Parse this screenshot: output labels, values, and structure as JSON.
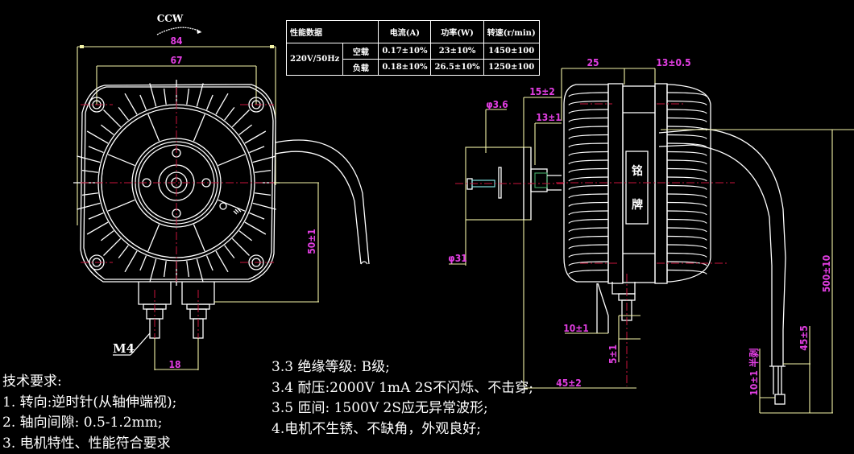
{
  "drawing": {
    "rotation_label": "CCW",
    "front_view": {
      "dims": {
        "overall_width": "84",
        "bolt_spacing": "67",
        "cable_offset": "50±1",
        "terminal_spacing": "18"
      },
      "thread_label": "M4"
    },
    "side_view": {
      "dims": {
        "body_width": "25",
        "front_offset": "13±0.5",
        "shaft_length": "15±2",
        "shaft_flat": "13±1",
        "shaft_diameter": "φ3.6",
        "fan_hub_diameter": "φ31",
        "terminal_height": "10±1",
        "terminal_gap": "5±1",
        "terminal_offset": "45±2",
        "cable_length": "500±10",
        "strip_length": "45±5",
        "half_strip": "10±1 半剥"
      },
      "nameplate_label": [
        "铭",
        "牌"
      ]
    }
  },
  "performance_table": {
    "header": [
      "性能数据",
      "",
      "电流(A)",
      "功率(W)",
      "转速(r/min)"
    ],
    "voltage": "220V/50Hz",
    "rows": [
      {
        "condition": "空载",
        "current": "0.17±10%",
        "power": "23±10%",
        "speed": "1450±100"
      },
      {
        "condition": "负载",
        "current": "0.18±10%",
        "power": "26.5±10%",
        "speed": "1250±100"
      }
    ]
  },
  "technical_requirements": {
    "title": "技术要求:",
    "left_items": [
      "1. 转向:逆时针(从轴伸端视);",
      "2. 轴向间隙: 0.5-1.2mm;",
      "3. 电机特性、性能符合要求"
    ],
    "right_items": [
      "3.3 绝缘等级: B级;",
      "3.4 耐压:2000V 1mA 2S不闪烁、不击穿;",
      "3.5 匝间: 1500V 2S应无异常波形;",
      "4.电机不生锈、不缺角，外观良好;"
    ]
  },
  "colors": {
    "background": "#000000",
    "outline": "#ffffff",
    "dimension_line": "#f4f4a8",
    "dimension_text": "#e23ee2",
    "centerline": "#c8143c"
  }
}
